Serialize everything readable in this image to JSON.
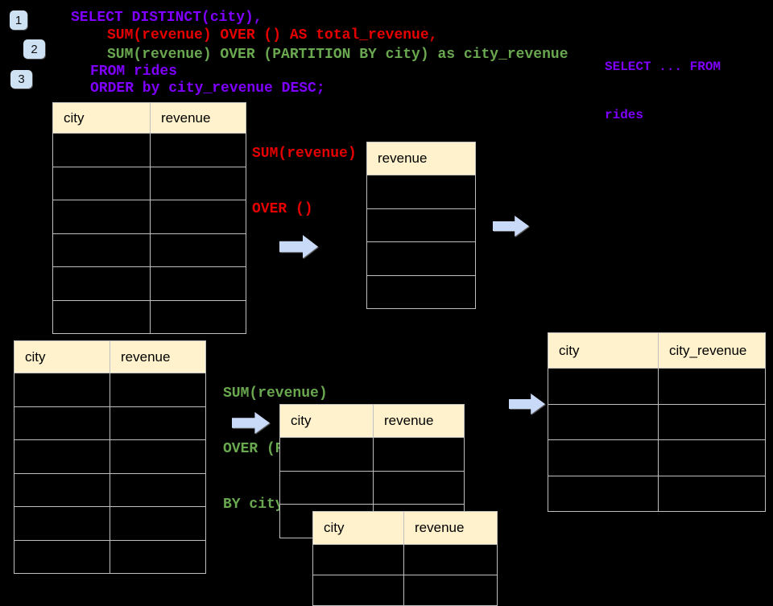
{
  "colors": {
    "bg": "#000000",
    "purple": "#7F00FF",
    "red": "#E60000",
    "green": "#6AA84F",
    "arrow": "#C9DAF8",
    "header-bg": "#FFF2CC",
    "border": "#BFBFBF",
    "badge-bg": "#CFE2F3",
    "table-text": "#000000"
  },
  "steps": [
    {
      "label": "1"
    },
    {
      "label": "2"
    },
    {
      "label": "3"
    }
  ],
  "sql": {
    "line1": "SELECT DISTINCT(city),",
    "line2": "SUM(revenue) OVER () AS total_revenue,",
    "line3": "SUM(revenue) OVER (PARTITION BY city) as city_revenue",
    "line4": "FROM rides",
    "line5": "ORDER by city_revenue DESC;"
  },
  "side_note": {
    "line1": "SELECT ... FROM",
    "line2": "rides"
  },
  "annotations": {
    "total": {
      "line1": "SUM(revenue)",
      "line2": "OVER ()"
    },
    "partition": {
      "line1": "SUM(revenue)",
      "line2": "OVER (PARTITION",
      "line3": "BY city)"
    }
  },
  "tables": {
    "source_top": {
      "columns": [
        "city",
        "revenue"
      ],
      "empty_rows": 6
    },
    "total_result": {
      "columns": [
        "revenue"
      ],
      "empty_rows": 4
    },
    "source_bottom": {
      "columns": [
        "city",
        "revenue"
      ],
      "empty_rows": 6
    },
    "partition_mid": {
      "columns": [
        "city",
        "revenue"
      ],
      "empty_rows": 3
    },
    "partition_overlay": {
      "columns": [
        "city",
        "revenue"
      ],
      "empty_rows": 2
    },
    "partition_result": {
      "columns": [
        "city",
        "city_revenue"
      ],
      "empty_rows": 4
    }
  }
}
